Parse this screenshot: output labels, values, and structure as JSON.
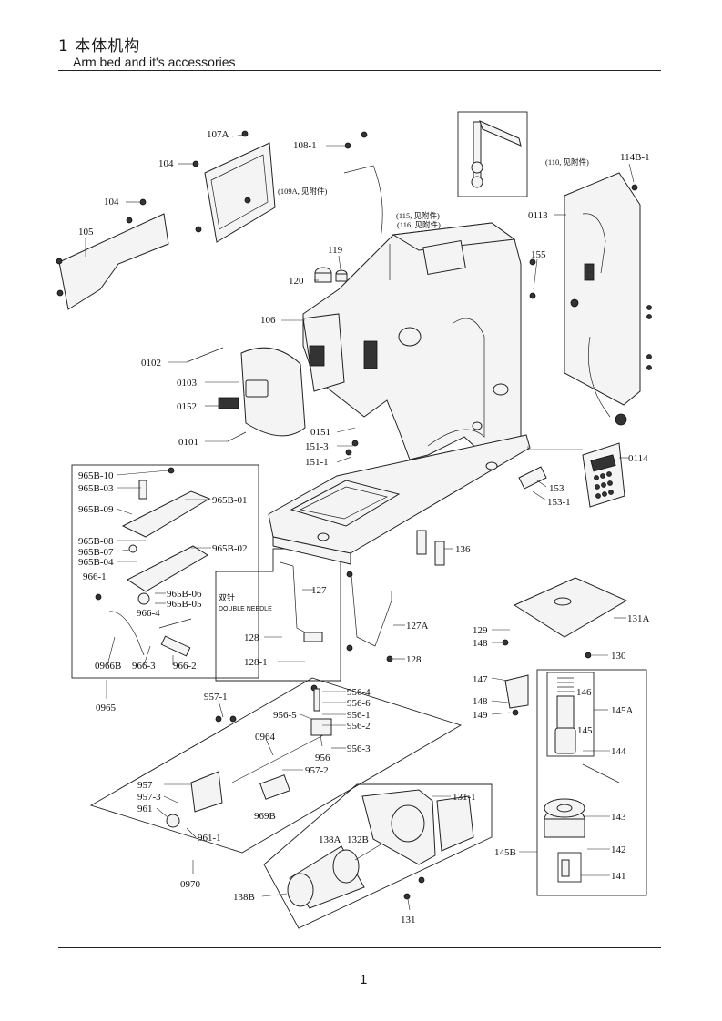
{
  "header": {
    "title_cn": "1 本体机构",
    "title_en": "Arm bed and it's accessories"
  },
  "footer": {
    "page_number": "1"
  },
  "notes": {
    "n110": "(110, 见附件)",
    "n109a": "(109A, 见附件)",
    "n115": "(115, 见附件)",
    "n116": "(116, 见附件)",
    "double_cn": "双针",
    "double_en": "DOUBLE NEEDLE"
  },
  "labels": {
    "l107A": "107A",
    "l104a": "104",
    "l104b": "104",
    "l105": "105",
    "l108_1": "108-1",
    "l119": "119",
    "l120": "120",
    "l106": "106",
    "l155": "155",
    "l0113": "0113",
    "l114B_1": "114B-1",
    "l0102": "0102",
    "l0103": "0103",
    "l0152": "0152",
    "l0101": "0101",
    "l0151": "0151",
    "l151_3": "151-3",
    "l151_1": "151-1",
    "l0114": "0114",
    "l153": "153",
    "l153_1": "153-1",
    "l136": "136",
    "l127": "127",
    "l128a": "128",
    "l128_1": "128-1",
    "l127A": "127A",
    "l128b": "128",
    "l965B_10": "965B-10",
    "l965B_03": "965B-03",
    "l965B_01": "965B-01",
    "l965B_09": "965B-09",
    "l965B_08": "965B-08",
    "l965B_07": "965B-07",
    "l965B_02": "965B-02",
    "l965B_04": "965B-04",
    "l966_1": "966-1",
    "l965B_06": "965B-06",
    "l965B_05": "965B-05",
    "l966_4": "966-4",
    "l0966B": "0966B",
    "l966_3": "966-3",
    "l966_2": "966-2",
    "l0965": "0965",
    "l131A": "131A",
    "l129": "129",
    "l148a": "148",
    "l130": "130",
    "l147": "147",
    "l148b": "148",
    "l149": "149",
    "l146": "146",
    "l145A": "145A",
    "l145": "145",
    "l144": "144",
    "l143": "143",
    "l142": "142",
    "l145B": "145B",
    "l141": "141",
    "l957_1": "957-1",
    "l956_4": "956-4",
    "l956_6": "956-6",
    "l956_5": "956-5",
    "l956_1": "956-1",
    "l956_2": "956-2",
    "l0964": "0964",
    "l956": "956",
    "l956_3": "956-3",
    "l957_2": "957-2",
    "l957": "957",
    "l957_3": "957-3",
    "l961": "961",
    "l969B": "969B",
    "l961_1": "961-1",
    "l0970": "0970",
    "l131_1": "131-1",
    "l138A": "138A",
    "l132B": "132B",
    "l138B": "138B",
    "l131": "131"
  }
}
